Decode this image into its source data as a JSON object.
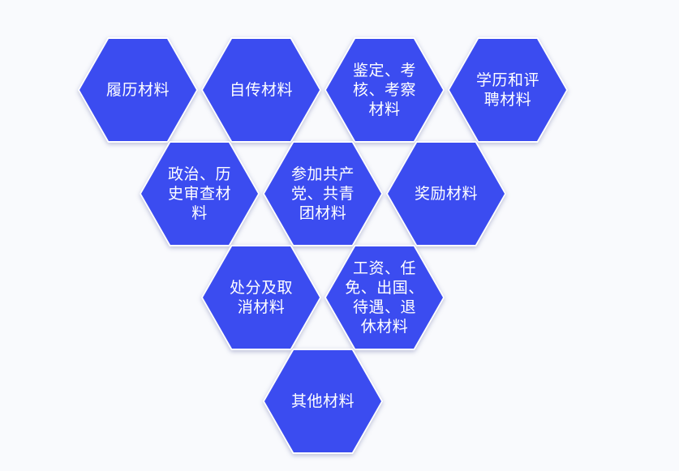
{
  "hexagons": [
    {
      "id": "hex-resume",
      "label": "履历材料",
      "lines": [
        "履历材料"
      ]
    },
    {
      "id": "hex-autobiography",
      "label": "自传材料",
      "lines": [
        "自传材料"
      ]
    },
    {
      "id": "hex-appraisal",
      "label": "鉴定、考核、考察材料",
      "lines": [
        "鉴定、考",
        "核、考察",
        "材料"
      ]
    },
    {
      "id": "hex-education",
      "label": "学历和评聘材料",
      "lines": [
        "学历和评",
        "聘材料"
      ]
    },
    {
      "id": "hex-political",
      "label": "政治、历史审查材料",
      "lines": [
        "政治、历",
        "史审查材",
        "料"
      ]
    },
    {
      "id": "hex-party",
      "label": "参加共产党、共青团材料",
      "lines": [
        "参加共产",
        "党、共青",
        "团材料"
      ]
    },
    {
      "id": "hex-awards",
      "label": "奖励材料",
      "lines": [
        "奖励材料"
      ]
    },
    {
      "id": "hex-discipline",
      "label": "处分及取消材料",
      "lines": [
        "处分及取",
        "消材料"
      ]
    },
    {
      "id": "hex-salary",
      "label": "工资、任免、出国、待遇、退休材料",
      "lines": [
        "工资、任",
        "免、出国、",
        "待遇、退",
        "休材料"
      ]
    },
    {
      "id": "hex-other",
      "label": "其他材料",
      "lines": [
        "其他材料"
      ]
    }
  ],
  "colors": {
    "hex_fill": "#3b4cf0",
    "hex_border": "#ffffff",
    "text": "#ffffff",
    "background": "#f9fafd"
  }
}
